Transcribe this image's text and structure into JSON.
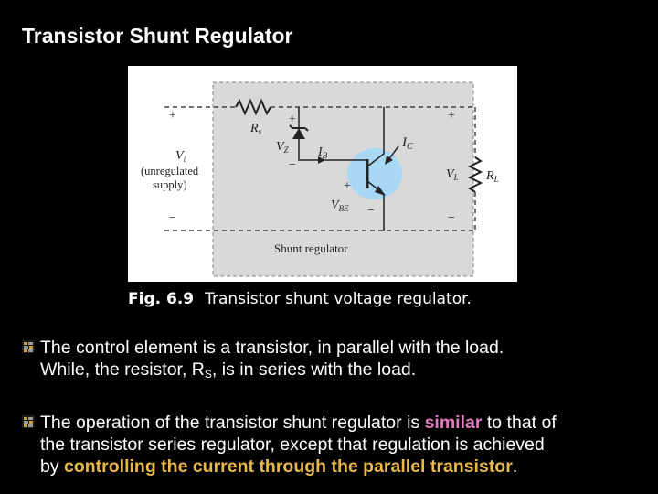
{
  "title": "Transistor Shunt Regulator",
  "figure": {
    "caption_label": "Fig. 6.9",
    "caption_text": "Transistor shunt voltage regulator.",
    "plus_left": "+",
    "minus_left": "−",
    "vi_label": "V",
    "vi_sub": "i",
    "unregulated": "(unregulated",
    "supply": "supply)",
    "rs_label": "R",
    "rs_sub": "s",
    "vz_label": "V",
    "vz_sub": "Z",
    "ib_label": "I",
    "ib_sub": "B",
    "ic_label": "I",
    "ic_sub": "C",
    "vbe_label": "V",
    "vbe_sub": "BE",
    "vl_label": "V",
    "vl_sub": "L",
    "rl_label": "R",
    "rl_sub": "L",
    "plus_sym": "+",
    "minus_sym": "−",
    "block_label": "Shunt regulator"
  },
  "bullets": {
    "b1_line1": "The control element is a transistor, in parallel with the load.",
    "b1_line2_pre": "While, the resistor, R",
    "b1_line2_sub": "S",
    "b1_line2_post": ", is in series with the load.",
    "b2_pre": "The operation of the transistor shunt regulator is ",
    "b2_similar": "similar",
    "b2_mid1": " to that of",
    "b2_line2": "the transistor series regulator, except that regulation is achieved",
    "b2_line3_pre": "by ",
    "b2_ctrl": "controlling the current through the parallel transistor",
    "b2_end": "."
  }
}
